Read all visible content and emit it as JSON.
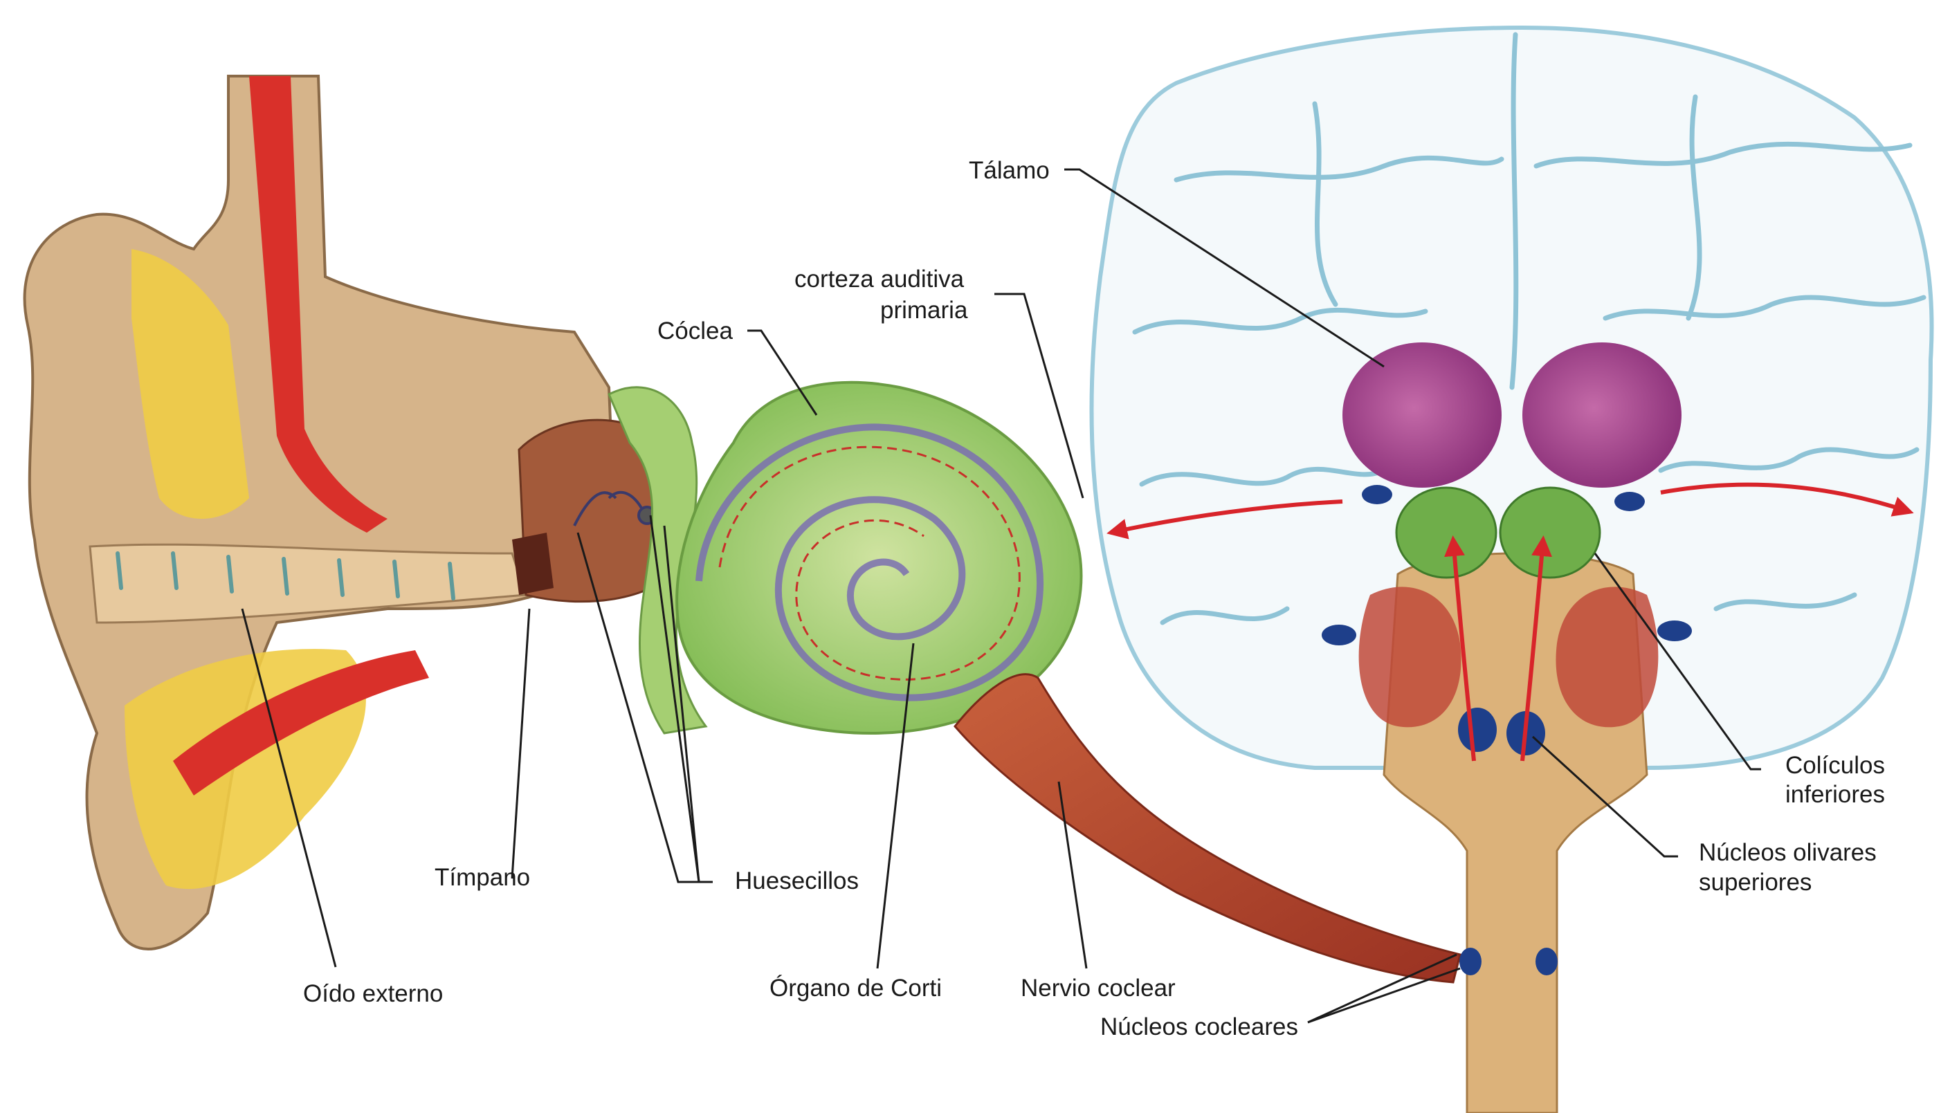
{
  "labels": {
    "talamo": "Tálamo",
    "corteza_l1": "corteza auditiva",
    "corteza_l2": "primaria",
    "coclea": "Cóclea",
    "coliculos_l1": "Colículos",
    "coliculos_l2": "inferiores",
    "olivares_l1": "Núcleos olivares",
    "olivares_l2": "superiores",
    "timpano": "Tímpano",
    "huesecillos": "Huesecillos",
    "oido_externo": "Oído externo",
    "organo_corti": "Órgano de Corti",
    "nervio_coclear": "Nervio coclear",
    "nucleos_cocleares": "Núcleos cocleares"
  },
  "colors": {
    "skin": "#d9b98f",
    "cartilage": "#f2cf4a",
    "muscle": "#d9302a",
    "cochlea": "#9cc96b",
    "brain_line": "#8ec3d6",
    "thalamus": "#a8408f",
    "colliculi": "#6fae4a",
    "nuclei": "#1e3f8a",
    "nerve": "#b5442c",
    "brainstem": "#dcb27a",
    "arrow": "#d8242a"
  }
}
